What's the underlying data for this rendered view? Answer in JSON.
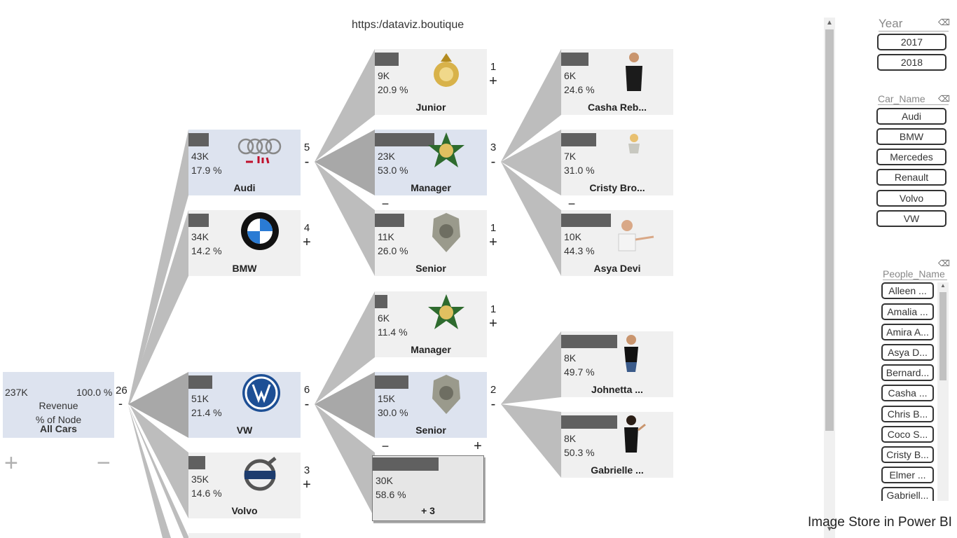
{
  "url_caption": "https:/dataviz.boutique",
  "root": {
    "value": "237K",
    "percent": "100.0 %",
    "measure": "Revenue",
    "mode": "% of Node",
    "name": "All Cars",
    "count": "26",
    "toggle": "-"
  },
  "global_controls": {
    "expand": "+",
    "collapse": "−"
  },
  "nodes": {
    "audi": {
      "value": "43K",
      "percent": "17.9 %",
      "name": "Audi",
      "count": "5",
      "toggle": "-"
    },
    "bmw": {
      "value": "34K",
      "percent": "14.2 %",
      "name": "BMW",
      "count": "4",
      "toggle": "+"
    },
    "vw": {
      "value": "51K",
      "percent": "21.4 %",
      "name": "VW",
      "count": "6",
      "toggle": "-"
    },
    "volvo": {
      "value": "35K",
      "percent": "14.6 %",
      "name": "Volvo",
      "count": "3",
      "toggle": "+"
    },
    "junior": {
      "value": "9K",
      "percent": "20.9 %",
      "name": "Junior",
      "count": "1",
      "toggle": "+"
    },
    "manager_audi": {
      "value": "23K",
      "percent": "53.0 %",
      "name": "Manager",
      "count": "3",
      "toggle": "-"
    },
    "senior_audi": {
      "value": "11K",
      "percent": "26.0 %",
      "name": "Senior",
      "count": "1",
      "toggle": "+"
    },
    "manager_vw": {
      "value": "6K",
      "percent": "11.4 %",
      "name": "Manager",
      "count": "1",
      "toggle": "+"
    },
    "senior_vw": {
      "value": "15K",
      "percent": "30.0 %",
      "name": "Senior",
      "count": "2",
      "toggle": "-"
    },
    "group_vw": {
      "value": "30K",
      "percent": "58.6 %",
      "name": "+ 3"
    },
    "casha": {
      "value": "6K",
      "percent": "24.6 %",
      "name": "Casha Reb..."
    },
    "cristy": {
      "value": "7K",
      "percent": "31.0 %",
      "name": "Cristy Bro..."
    },
    "asya": {
      "value": "10K",
      "percent": "44.3 %",
      "name": "Asya Devi"
    },
    "johnetta": {
      "value": "8K",
      "percent": "49.7 %",
      "name": "Johnetta ..."
    },
    "gabrielle": {
      "value": "8K",
      "percent": "50.3 %",
      "name": "Gabrielle ..."
    }
  },
  "bar_fractions": {
    "audi": 0.18,
    "bmw": 0.18,
    "vw": 0.21,
    "volvo": 0.15,
    "junior": 0.21,
    "manager_audi": 0.53,
    "senior_audi": 0.26,
    "manager_vw": 0.11,
    "senior_vw": 0.3,
    "group_vw": 0.59,
    "casha": 0.246,
    "cristy": 0.31,
    "asya": 0.443,
    "johnetta": 0.497,
    "gabrielle": 0.503
  },
  "level_toggles": {
    "audi_level_minus": "−",
    "vw_level_minus": "−",
    "vw_level_plus": "+"
  },
  "slicers": {
    "year": {
      "title": "Year",
      "items": [
        "2017",
        "2018"
      ]
    },
    "car_name": {
      "title": "Car_Name",
      "items": [
        "Audi",
        "BMW",
        "Mercedes",
        "Renault",
        "Volvo",
        "VW"
      ]
    },
    "people_name": {
      "title": "People_Name",
      "items": [
        "Alleen ...",
        "Amalia ...",
        "Amira A...",
        "Asya D...",
        "Bernard...",
        "Casha ...",
        "Chris B...",
        "Coco S...",
        "Cristy B...",
        "Elmer ...",
        "Gabriell..."
      ]
    }
  },
  "icons": {
    "eraser": "eraser-icon",
    "scroll_up": "chevron-up-icon",
    "scroll_down": "chevron-down-icon"
  },
  "colors": {
    "bar": "#606060",
    "selected_node": "#dde3ef",
    "node": "#f0f0f0",
    "link": "#b8b8b8"
  },
  "footer": "Image Store in Power BI"
}
